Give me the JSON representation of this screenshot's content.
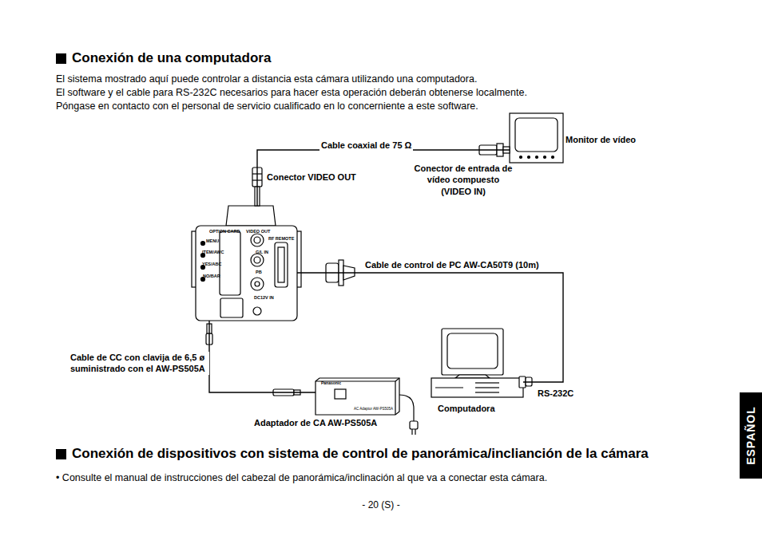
{
  "diagram": {
    "title": "Conexión de una computadora",
    "nodes": [
      {
        "text": [
          "OPTION CARD",
          "MENU",
          "ITEM/AWC",
          "YES/ABC",
          "NO/BAR",
          "VIDEO OUT",
          "RF REMOTE",
          "G/L IN",
          "PB",
          "DC12V IN"
        ]
      },
      {
        "text": [
          "Monitor de vídeo"
        ]
      },
      {
        "text": [
          "Computadora"
        ]
      },
      {
        "text": [
          "Panasonic",
          "AC Adaptor AW-PS505A",
          "Adaptador de CA AW-PS505A"
        ]
      }
    ],
    "edges": [
      {
        "from": 0,
        "to": 1,
        "label": "Cable coaxial de 75 Ω",
        "arrow": "none"
      },
      {
        "from": 0,
        "to": 2,
        "label": "Cable de control de PC AW-CA50T9 (10m)",
        "arrow": "none"
      },
      {
        "from": 3,
        "to": 0,
        "label": "Cable de CC con clavija de 6,5 ø suministrado con el AW-PS505A",
        "arrow": "none"
      }
    ],
    "labels": [
      "El sistema mostrado aquí puede controlar a distancia esta cámara utilizando una computadora.",
      "El software y el cable para RS-232C necesarios para hacer esta operación deberán obtenerse localmente.",
      "Póngase en contacto con el personal de servicio cualificado en lo concerniente a este software.",
      "Conector VIDEO OUT",
      "Conector de entrada de vídeo compuesto (VIDEO IN)",
      "RS-232C",
      "Conexión de dispositivos con sistema de control de panorámica/inclianción de la cámara",
      "• Consulte el manual de instrucciones del cabezal de panorámica/inclinación al que va a conectar esta cámara.",
      "- 20 (S) -",
      "ESPAÑOL"
    ]
  }
}
